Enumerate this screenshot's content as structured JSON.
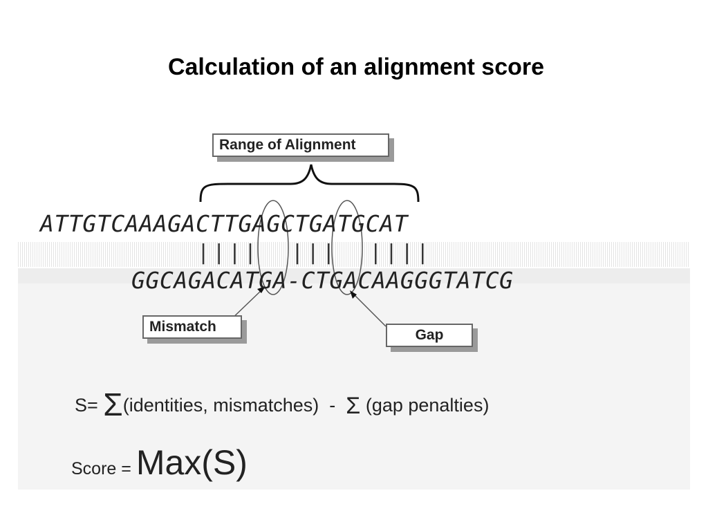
{
  "title": "Calculation of an alignment score",
  "range_label": "Range of Alignment",
  "sequence_top": "ATTGTCAAAGACTTGAGCTGATGCAT",
  "match_bars": "||||  |||  ||||",
  "sequence_bottom": "GGCAGACATGA-CTGACAAGGGTATCG",
  "mismatch_label": "Mismatch",
  "gap_label": "Gap",
  "formula": {
    "prefix": "S= ",
    "sigma1": "Σ",
    "part1": "(identities, mismatches)  -  ",
    "sigma2": "Σ",
    "part2": " (gap penalties)"
  },
  "score": {
    "label": "Score = ",
    "value": "Max(S)"
  }
}
